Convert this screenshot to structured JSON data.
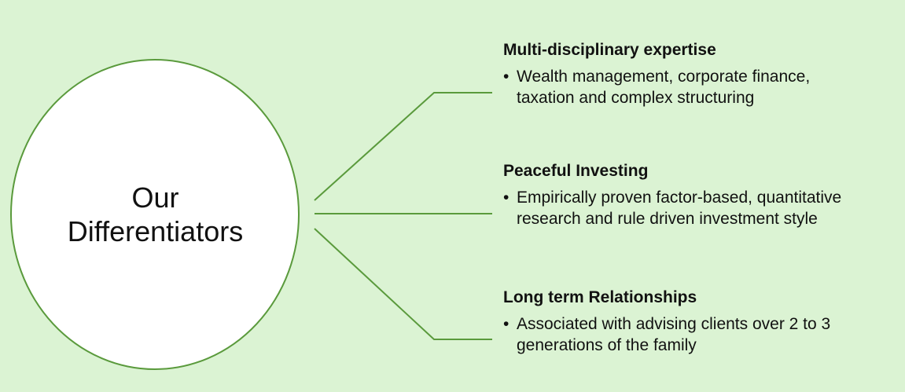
{
  "center": {
    "line1": "Our",
    "line2": "Differentiators"
  },
  "items": [
    {
      "title": "Multi-disciplinary expertise",
      "lines": [
        "Wealth management, corporate finance,",
        "taxation and complex structuring"
      ]
    },
    {
      "title": "Peaceful Investing",
      "lines": [
        "Empirically proven factor-based, quantitative",
        "research and rule driven investment style"
      ]
    },
    {
      "title": "Long term Relationships",
      "lines": [
        "Associated with advising clients over 2 to 3",
        "generations of the family"
      ]
    }
  ],
  "colors": {
    "background": "#dbf3d3",
    "stroke": "#5a9a3c",
    "circle_fill": "#ffffff",
    "text": "#111111"
  }
}
